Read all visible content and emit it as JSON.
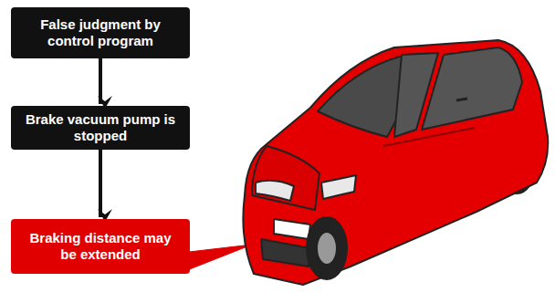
{
  "diagram": {
    "nodes": [
      {
        "text": [
          "False judgment by control program"
        ]
      },
      {
        "text": [
          "Brake vacuum pump is stopped"
        ]
      },
      {
        "text": [
          "Braking distance may be extended"
        ]
      }
    ],
    "edges": [
      {
        "from": 0,
        "to": 1,
        "arrow": "to"
      },
      {
        "from": 1,
        "to": 2,
        "arrow": "to"
      }
    ]
  }
}
